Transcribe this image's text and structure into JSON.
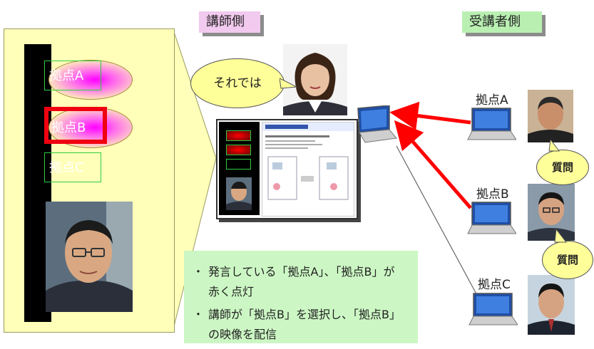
{
  "headers": {
    "instructor_side": "講師側",
    "student_side": "受講者側"
  },
  "left_panel": {
    "sites": [
      "拠点A",
      "拠点B",
      "拠点C"
    ],
    "selected_site": "拠点B"
  },
  "instructor": {
    "speech": "それでは"
  },
  "students": {
    "sites": [
      {
        "label": "拠点A"
      },
      {
        "label": "拠点B"
      },
      {
        "label": "拠点C"
      }
    ],
    "question_label": "質問"
  },
  "notes": {
    "bullet": "・",
    "items": [
      [
        "発言している「拠点A」、「拠点B」が",
        "赤く点灯"
      ],
      [
        "講師が「拠点B」を選択し、「拠点B」",
        "の映像を配信"
      ]
    ]
  },
  "colors": {
    "panel_yellow": "#ffffb9",
    "highlight_red": "#f00010",
    "arrow_red": "#ff0000",
    "notes_green": "#ccf7c4",
    "instructor_header": "#f2c9ef",
    "student_header": "#b9f0b2",
    "glow_magenta": "#ff00ff"
  },
  "icons": [
    "laptop-icon",
    "person-photo",
    "speech-bubble",
    "arrow"
  ]
}
